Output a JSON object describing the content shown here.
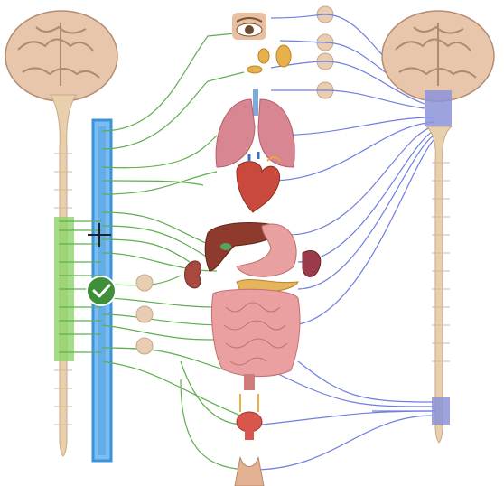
{
  "colors": {
    "sympathetic": "#5fae4f",
    "parasympathetic": "#6f7fe0",
    "selection": "#3a93dc",
    "selection_fill": "#7cbcf0",
    "ganglion": "#e9cdb3",
    "brain": "#e4c3a9",
    "cord": "#e8cfae",
    "check": "#3f8f3a"
  },
  "diagram": {
    "type": "autonomic-nervous-system",
    "left_side": "sympathetic",
    "right_side": "parasympathetic",
    "organs": [
      "eye",
      "salivary-glands",
      "lungs",
      "heart",
      "liver",
      "stomach",
      "spleen",
      "kidney",
      "pancreas",
      "intestines",
      "bladder",
      "genitals"
    ],
    "selected_region": "sympathetic-chain",
    "selected": true
  }
}
